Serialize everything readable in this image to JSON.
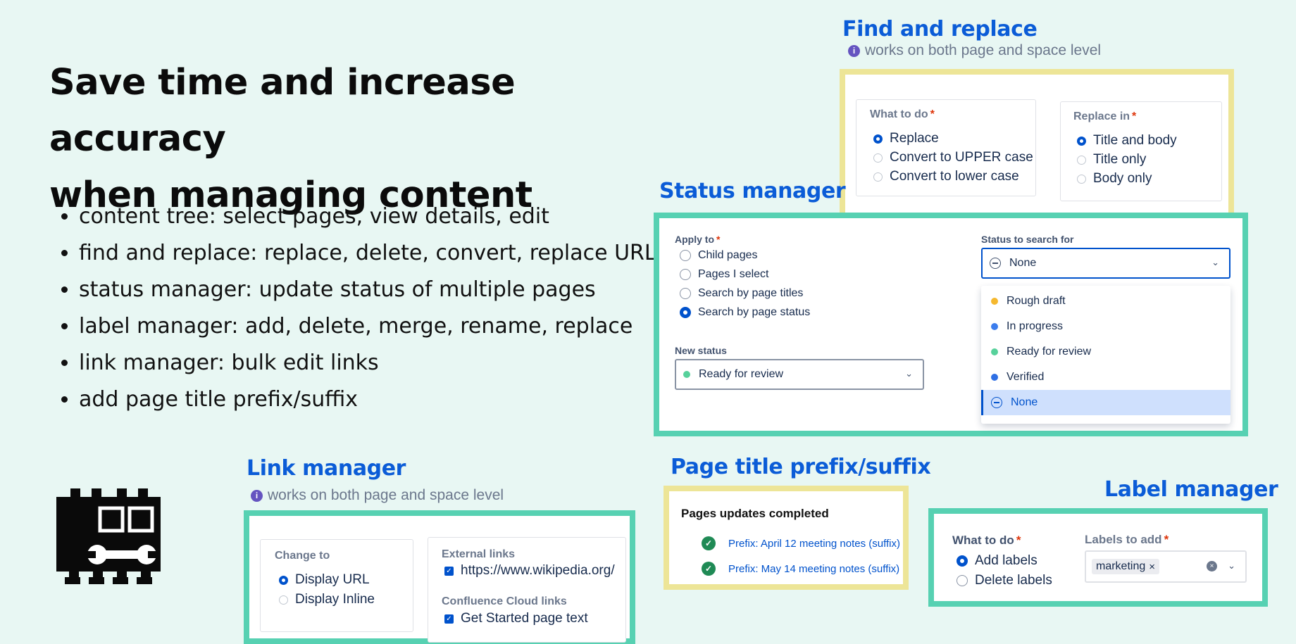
{
  "headline": {
    "line1": "Save time and increase accuracy",
    "line2": "when managing content"
  },
  "features": [
    "content tree: select pages, view details, edit",
    "find and replace: replace, delete, convert, replace URL",
    "status manager: update status of multiple pages",
    "label manager: add, delete, merge, rename, replace",
    "link manager: bulk edit links",
    "add page title prefix/suffix"
  ],
  "find_replace": {
    "title": "Find and replace",
    "note": "works on both page and space level",
    "what_to_do": {
      "label": "What to do",
      "options": [
        "Replace",
        "Convert to UPPER case",
        "Convert to lower case"
      ],
      "selected": "Replace"
    },
    "replace_in": {
      "label": "Replace in",
      "options": [
        "Title and body",
        "Title only",
        "Body only"
      ],
      "selected": "Title and body"
    }
  },
  "status_manager": {
    "title": "Status manager",
    "apply_to": {
      "label": "Apply to",
      "options": [
        "Child pages",
        "Pages I select",
        "Search by page titles",
        "Search by page status"
      ],
      "selected": "Search by page status"
    },
    "status_to_search": {
      "label": "Status to search for",
      "value": "None",
      "options": [
        {
          "label": "Rough draft",
          "color": "#f5b82e"
        },
        {
          "label": "In progress",
          "color": "#3b7ded"
        },
        {
          "label": "Ready for review",
          "color": "#57d19b"
        },
        {
          "label": "Verified",
          "color": "#2f6fe4"
        },
        {
          "label": "None",
          "color": ""
        }
      ]
    },
    "new_status": {
      "label": "New status",
      "value": "Ready for review",
      "color": "#57d19b"
    }
  },
  "link_manager": {
    "title": "Link manager",
    "note": "works on both page and space level",
    "change_to": {
      "label": "Change to",
      "options": [
        "Display URL",
        "Display Inline"
      ],
      "selected": "Display URL"
    },
    "external_links": {
      "label": "External links",
      "value": "https://www.wikipedia.org/"
    },
    "cloud_links": {
      "label": "Confluence Cloud links",
      "value": "Get Started page text"
    }
  },
  "prefix_suffix": {
    "title": "Page title prefix/suffix",
    "heading": "Pages updates completed",
    "rows": [
      "Prefix: April 12 meeting notes (suffix)",
      "Prefix: May 14 meeting notes (suffix)"
    ]
  },
  "label_manager": {
    "title": "Label manager",
    "what_to_do": {
      "label": "What to do",
      "options": [
        "Add labels",
        "Delete labels"
      ],
      "selected": "Add labels"
    },
    "labels_to_add": {
      "label": "Labels to add",
      "tags": [
        "marketing"
      ]
    }
  },
  "colors": {
    "accent_blue": "#0b5cd7",
    "frame_green": "#57d1b2",
    "frame_yellow": "#ede597",
    "background": "#e8f7f3"
  }
}
